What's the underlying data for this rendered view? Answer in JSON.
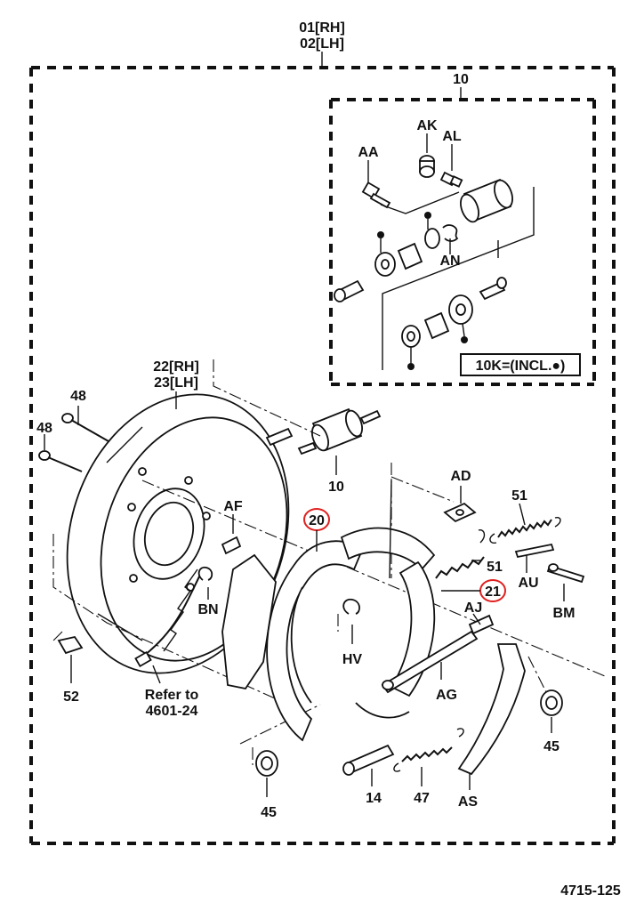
{
  "labels": {
    "assy_rh": "01[RH]",
    "assy_lh": "02[LH]",
    "cyl_kit": "10",
    "ak": "AK",
    "al": "AL",
    "aa": "AA",
    "an": "AN",
    "kit_note": "10K=(INCL.●)",
    "plate_rh": "22[RH]",
    "plate_lh": "23[LH]",
    "bolt_48a": "48",
    "bolt_48b": "48",
    "cyl_10": "10",
    "af": "AF",
    "ad": "AD",
    "spring_51a": "51",
    "spring_51b": "51",
    "shoe_20": "20",
    "shoe_21": "21",
    "au": "AU",
    "bm": "BM",
    "aj": "AJ",
    "bn": "BN",
    "hv": "HV",
    "ag": "AG",
    "plug_52": "52",
    "refer_1": "Refer to",
    "refer_2": "4601-24",
    "cup_45a": "45",
    "cup_45b": "45",
    "pin_14": "14",
    "spring_47": "47",
    "as": "AS",
    "page_ref": "4715-125"
  },
  "colors": {
    "line": "#111111",
    "highlight": "#e02020"
  }
}
